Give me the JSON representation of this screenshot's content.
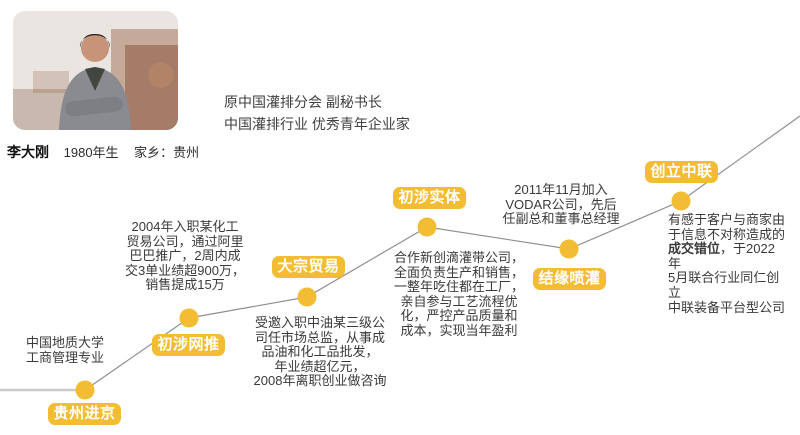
{
  "profile": {
    "name": "李大刚",
    "birth": "1980年生",
    "hometown": "家乡：贵州",
    "titles": [
      "原中国灌排分会 副秘书长",
      "中国灌排行业 优秀青年企业家"
    ]
  },
  "colors": {
    "accent": "#F2BD33",
    "trend_line": "#8F8F8F",
    "baseline": "#CBCBCB",
    "text": "#3A3A3A"
  },
  "milestones": [
    {
      "label": "贵州进京",
      "desc": "中国地质大学\n工商管理专业"
    },
    {
      "label": "初涉网推",
      "desc": "2004年入职某化工\n贸易公司，通过阿里\n巴巴推广，2周内成\n交3单业绩超900万，\n销售提成15万"
    },
    {
      "label": "大宗贸易",
      "desc": "受邀入职中油某三级公\n司任市场总监，从事成\n品油和化工品批发，\n年业绩超亿元，\n2008年离职创业做咨询"
    },
    {
      "label": "初涉实体",
      "desc": "合作新创滴灌带公司，\n全面负责生产和销售，\n一整年吃住都在工厂，\n亲自参与工艺流程优\n化，严控产品质量和\n成本，实现当年盈利"
    },
    {
      "label": "结缘喷灌",
      "desc": "2011年11月加入\nVODAR公司，先后\n任副总和董事总经理"
    },
    {
      "label": "创立中联",
      "desc_pre": "有感于客户与商家由\n于信息不对称造成的\n",
      "desc_bold": "成交错位",
      "desc_post": "，于2022年\n5月联合行业同仁创立\n中联装备平台型公司"
    }
  ]
}
